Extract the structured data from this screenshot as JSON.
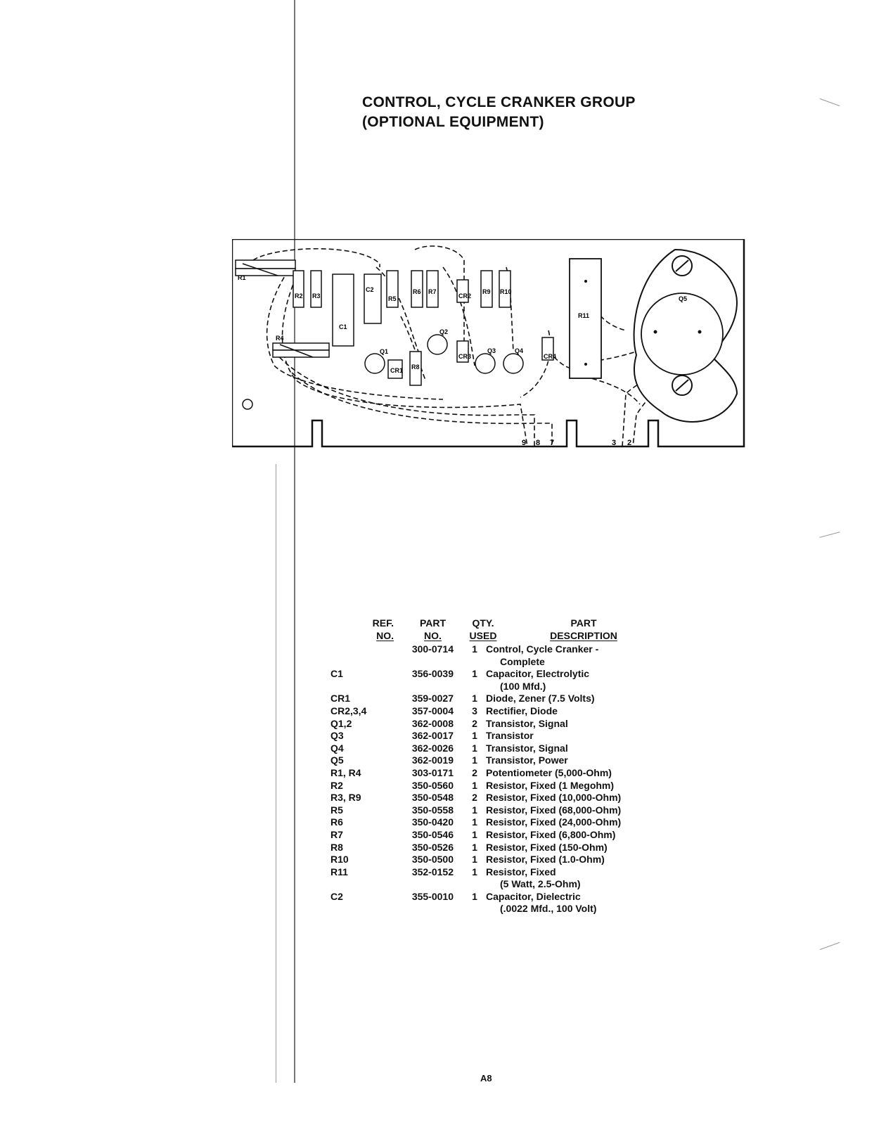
{
  "title": {
    "line1": "CONTROL, CYCLE CRANKER GROUP",
    "line2": "(OPTIONAL EQUIPMENT)"
  },
  "board": {
    "labels": [
      "R1",
      "R2",
      "R3",
      "R4",
      "C1",
      "C2",
      "R5",
      "R6",
      "R7",
      "CR2",
      "R9",
      "R10",
      "Q1",
      "Q2",
      "CR1",
      "R8",
      "CR3",
      "Q3",
      "Q4",
      "CR4",
      "R11",
      "Q5"
    ],
    "terminals": [
      "9",
      "8",
      "7",
      "3",
      "2"
    ]
  },
  "table": {
    "headers": {
      "ref": [
        "REF.",
        "NO."
      ],
      "part": [
        "PART",
        "NO."
      ],
      "qty": [
        "QTY.",
        "USED"
      ],
      "desc": [
        "PART",
        "DESCRIPTION"
      ]
    },
    "rows": [
      {
        "ref": "",
        "part": "300-0714",
        "qty": "1",
        "desc": [
          "Control, Cycle Cranker -",
          "Complete"
        ]
      },
      {
        "ref": "C1",
        "part": "356-0039",
        "qty": "1",
        "desc": [
          "Capacitor, Electrolytic",
          "(100 Mfd.)"
        ]
      },
      {
        "ref": "CR1",
        "part": "359-0027",
        "qty": "1",
        "desc": [
          "Diode, Zener (7.5 Volts)"
        ]
      },
      {
        "ref": "CR2,3,4",
        "part": "357-0004",
        "qty": "3",
        "desc": [
          "Rectifier, Diode"
        ]
      },
      {
        "ref": "Q1,2",
        "part": "362-0008",
        "qty": "2",
        "desc": [
          "Transistor, Signal"
        ]
      },
      {
        "ref": "Q3",
        "part": "362-0017",
        "qty": "1",
        "desc": [
          "Transistor"
        ]
      },
      {
        "ref": "Q4",
        "part": "362-0026",
        "qty": "1",
        "desc": [
          "Transistor, Signal"
        ]
      },
      {
        "ref": "Q5",
        "part": "362-0019",
        "qty": "1",
        "desc": [
          "Transistor, Power"
        ]
      },
      {
        "ref": "R1, R4",
        "part": "303-0171",
        "qty": "2",
        "desc": [
          "Potentiometer (5,000-Ohm)"
        ]
      },
      {
        "ref": "R2",
        "part": "350-0560",
        "qty": "1",
        "desc": [
          "Resistor, Fixed (1 Megohm)"
        ]
      },
      {
        "ref": "R3, R9",
        "part": "350-0548",
        "qty": "2",
        "desc": [
          "Resistor, Fixed (10,000-Ohm)"
        ]
      },
      {
        "ref": "R5",
        "part": "350-0558",
        "qty": "1",
        "desc": [
          "Resistor, Fixed (68,000-Ohm)"
        ]
      },
      {
        "ref": "R6",
        "part": "350-0420",
        "qty": "1",
        "desc": [
          "Resistor, Fixed (24,000-Ohm)"
        ]
      },
      {
        "ref": "R7",
        "part": "350-0546",
        "qty": "1",
        "desc": [
          "Resistor, Fixed (6,800-Ohm)"
        ]
      },
      {
        "ref": "R8",
        "part": "350-0526",
        "qty": "1",
        "desc": [
          "Resistor, Fixed (150-Ohm)"
        ]
      },
      {
        "ref": "R10",
        "part": "350-0500",
        "qty": "1",
        "desc": [
          "Resistor, Fixed (1.0-Ohm)"
        ]
      },
      {
        "ref": "R11",
        "part": "352-0152",
        "qty": "1",
        "desc": [
          "Resistor, Fixed",
          "(5 Watt, 2.5-Ohm)"
        ]
      },
      {
        "ref": "C2",
        "part": "355-0010",
        "qty": "1",
        "desc": [
          "Capacitor, Dielectric",
          "(.0022 Mfd., 100 Volt)"
        ]
      }
    ]
  },
  "page_number": "A8"
}
